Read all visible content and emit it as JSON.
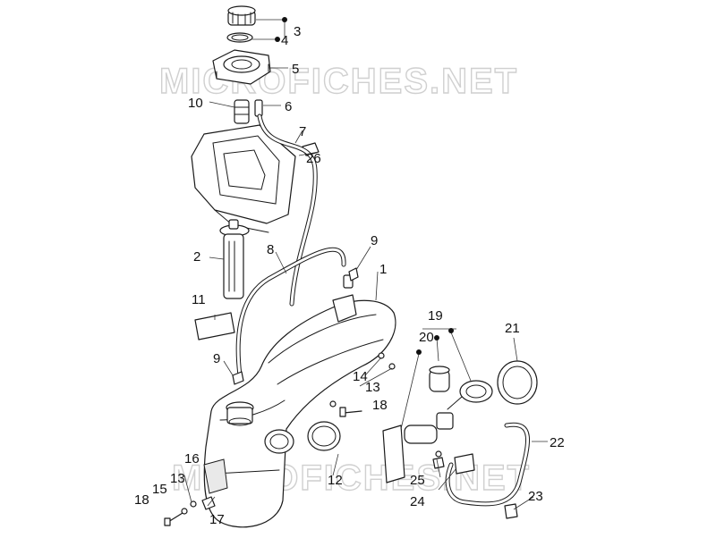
{
  "watermark": "MICROFICHES.NET",
  "callouts": {
    "c1": "1",
    "c2": "2",
    "c3": "3",
    "c4": "4",
    "c5": "5",
    "c6": "6",
    "c7": "7",
    "c8": "8",
    "c9a": "9",
    "c9b": "9",
    "c10": "10",
    "c11": "11",
    "c12": "12",
    "c13a": "13",
    "c13b": "13",
    "c14": "14",
    "c15": "15",
    "c16": "16",
    "c17": "17",
    "c18a": "18",
    "c18b": "18",
    "c19": "19",
    "c20": "20",
    "c21": "21",
    "c22": "22",
    "c23": "23",
    "c24": "24",
    "c25": "25",
    "c26": "26"
  },
  "colors": {
    "line": "#1a1a1a",
    "watermark": "#d0d0d0",
    "background": "#ffffff"
  }
}
